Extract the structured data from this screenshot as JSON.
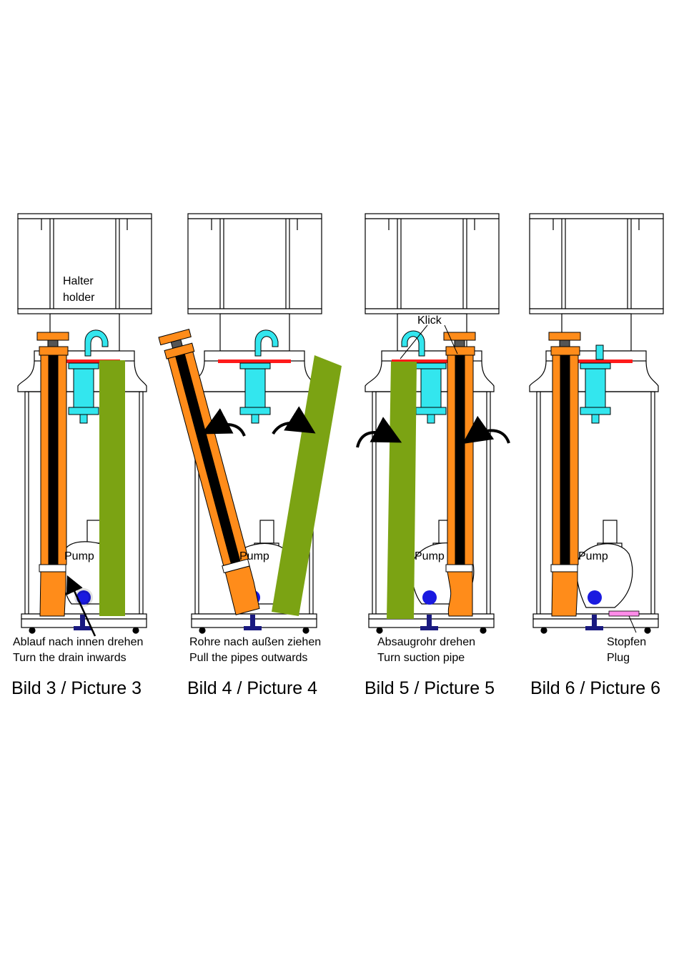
{
  "colors": {
    "drain": "#ff8c1a",
    "suction": "#7ba313",
    "holder": "#33e6ee",
    "bar": "#ff1a1a",
    "pump_dot": "#1a1ae0",
    "plug": "#ff8ce8",
    "outline": "#000000"
  },
  "labels": {
    "halter": "Halter",
    "holder": "holder",
    "klick": "Klick",
    "pump": "Pump",
    "stopfen": "Stopfen",
    "plug": "Plug"
  },
  "pictures": [
    {
      "id": "3",
      "caption": "Bild 3 / Picture 3",
      "line_de": "Ablauf nach innen drehen",
      "line_en": "Turn the drain inwards"
    },
    {
      "id": "4",
      "caption": "Bild 4 / Picture 4",
      "line_de": "Rohre nach außen ziehen",
      "line_en": "Pull the pipes outwards"
    },
    {
      "id": "5",
      "caption": "Bild 5 / Picture 5",
      "line_de": "Absaugrohr drehen",
      "line_en": "Turn suction pipe"
    },
    {
      "id": "6",
      "caption": "Bild 6 / Picture 6",
      "line_de": "",
      "line_en": ""
    }
  ]
}
